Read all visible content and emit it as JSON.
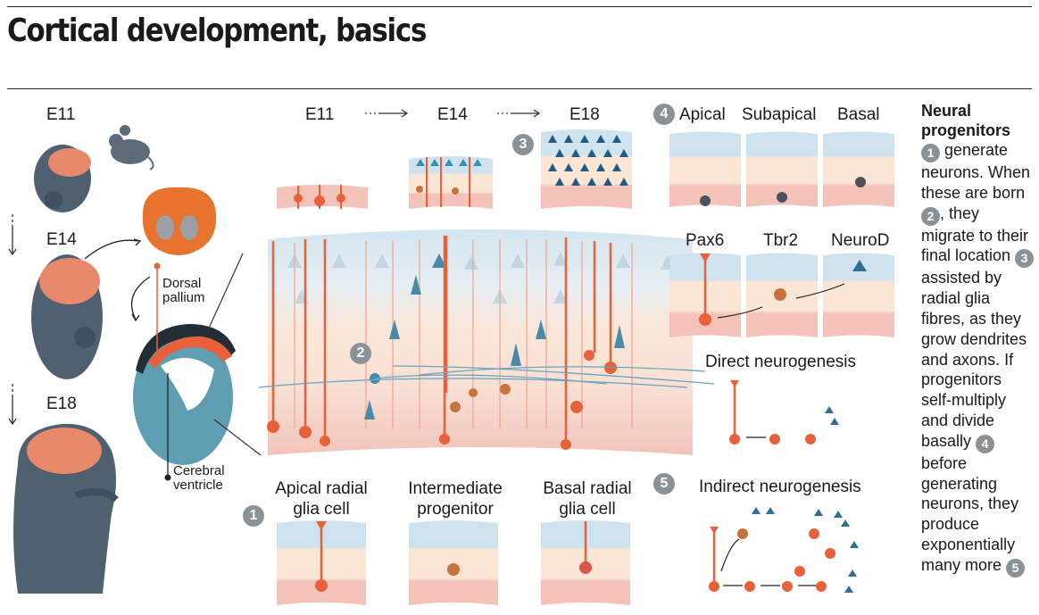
{
  "title": "Cortical development, basics",
  "stages": {
    "e11": "E11",
    "e14": "E14",
    "e18": "E18"
  },
  "timeline": {
    "e11": "E11",
    "e14": "E14",
    "e18": "E18"
  },
  "brain_labels": {
    "dorsal_pallium": "Dorsal\npallium",
    "cerebral_ventricle": "Cerebral\nventricle"
  },
  "division_types": {
    "apical": "Apical",
    "subapical": "Subapical",
    "basal": "Basal"
  },
  "markers": {
    "pax6": "Pax6",
    "tbr2": "Tbr2",
    "neurod": "NeuroD"
  },
  "neurogenesis": {
    "direct": "Direct neurogenesis",
    "indirect": "Indirect neurogenesis"
  },
  "cell_types": {
    "apical_radial_glia": "Apical radial\nglia cell",
    "intermediate_progenitor": "Intermediate\nprogenitor",
    "basal_radial_glia": "Basal radial\nglia cell"
  },
  "badges": [
    "1",
    "2",
    "3",
    "4",
    "5"
  ],
  "sidebar": {
    "heading": "Neural progenitors",
    "t1": " generate neurons. When these are born ",
    "t2": ", they migrate to their final location ",
    "t3": " assisted by radial glia fibres, as they grow dendrites and axons. If progenitors self-multiply and divide basally ",
    "t4": " before generating neurons, they produce exponentially many more "
  },
  "colors": {
    "orange": "#e8613a",
    "blue": "#2f6f95",
    "slate": "#5d6b78",
    "pink": "#f2c9c0",
    "cream": "#fbe6d6",
    "sky": "#cfe3ee"
  }
}
